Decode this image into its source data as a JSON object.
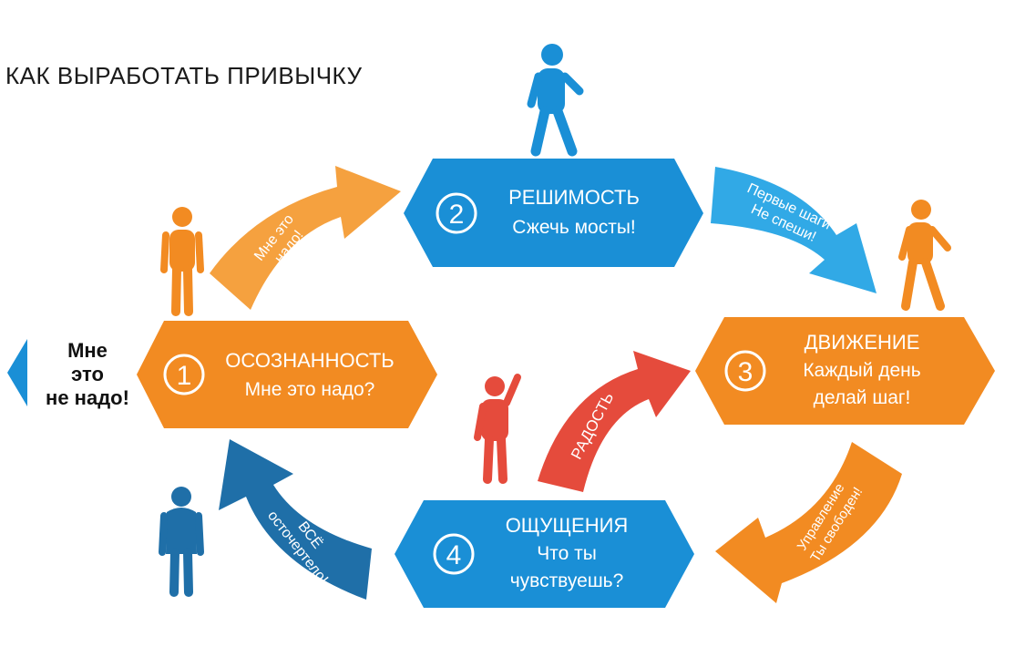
{
  "title": "КАК ВЫРАБОТАТЬ ПРИВЫЧКУ",
  "exit_note": [
    "Мне",
    "это",
    "не надо!"
  ],
  "colors": {
    "orange": "#f28b22",
    "blue": "#1a8fd6",
    "light_blue": "#31a9e6",
    "red": "#e54b3c",
    "dark_blue": "#1f6fa8"
  },
  "stages": [
    {
      "number": "1",
      "title": "ОСОЗНАННОСТЬ",
      "lines": [
        "Мне это надо?"
      ]
    },
    {
      "number": "2",
      "title": "РЕШИМОСТЬ",
      "lines": [
        "Сжечь мосты!"
      ]
    },
    {
      "number": "3",
      "title": "ДВИЖЕНИЕ",
      "lines": [
        "Каждый день",
        "делай шаг!"
      ]
    },
    {
      "number": "4",
      "title": "ОЩУЩЕНИЯ",
      "lines": [
        "Что ты",
        "чувствуешь?"
      ]
    }
  ],
  "arrows": {
    "a1": [
      "Мне это",
      "надо!"
    ],
    "a2": [
      "Первые шаги",
      "Не спеши!"
    ],
    "a3": [
      "Управление",
      "Ты свободен!"
    ],
    "a4": [
      "РАДОСТЬ"
    ],
    "a5": [
      "ВСЁ",
      "осточертело!"
    ]
  },
  "figures": [
    "person-standing-orange",
    "person-walking-blue",
    "person-walking-orange",
    "person-waving-red",
    "person-tired-blue"
  ]
}
